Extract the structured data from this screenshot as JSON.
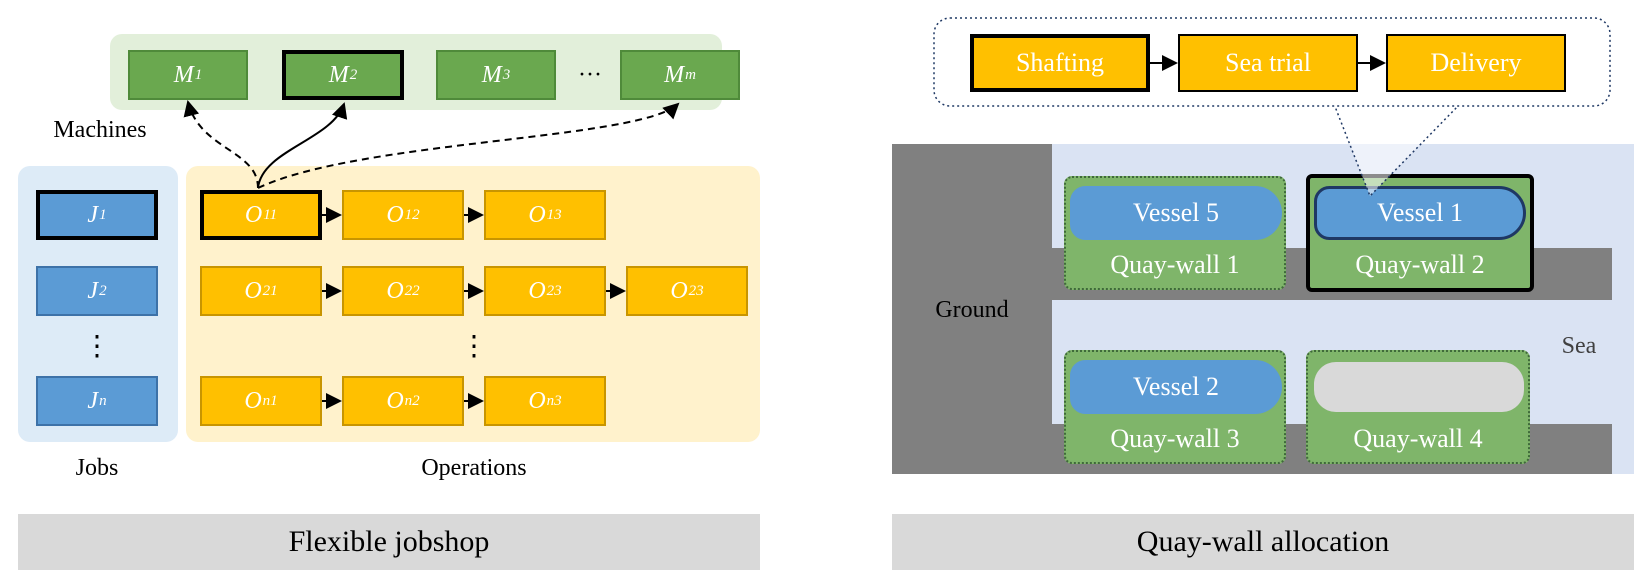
{
  "left": {
    "machines": {
      "label": "Machines",
      "items": [
        {
          "base": "M",
          "sub": "1",
          "selected": false
        },
        {
          "base": "M",
          "sub": "2",
          "selected": true
        },
        {
          "base": "M",
          "sub": "3",
          "selected": false
        },
        {
          "base": "M",
          "sub": "m",
          "selected": false
        }
      ],
      "ellipsis": "···"
    },
    "jobs": {
      "label": "Jobs",
      "items": [
        {
          "base": "J",
          "sub": "1",
          "selected": true
        },
        {
          "base": "J",
          "sub": "2",
          "selected": false
        },
        {
          "base": "J",
          "sub": "n",
          "selected": false
        }
      ],
      "ellipsis": "⋮"
    },
    "operations": {
      "label": "Operations",
      "rows": [
        [
          {
            "base": "O",
            "sub": "11",
            "selected": true
          },
          {
            "base": "O",
            "sub": "12"
          },
          {
            "base": "O",
            "sub": "13"
          }
        ],
        [
          {
            "base": "O",
            "sub": "21"
          },
          {
            "base": "O",
            "sub": "22"
          },
          {
            "base": "O",
            "sub": "23"
          },
          {
            "base": "O",
            "sub": "23"
          }
        ],
        [
          {
            "base": "O",
            "sub": "n1"
          },
          {
            "base": "O",
            "sub": "n2"
          },
          {
            "base": "O",
            "sub": "n3"
          }
        ]
      ],
      "ellipsis": "⋮"
    },
    "caption": "Flexible jobshop"
  },
  "right": {
    "flow": [
      "Shafting",
      "Sea trial",
      "Delivery"
    ],
    "ground_label": "Ground",
    "sea_label": "Sea",
    "quay_walls": [
      {
        "label": "Quay-wall  1",
        "vessel": "Vessel 5",
        "selected": false
      },
      {
        "label": "Quay-wall  2",
        "vessel": "Vessel 1",
        "selected": true
      },
      {
        "label": "Quay-wall  3",
        "vessel": "Vessel 2",
        "selected": false
      },
      {
        "label": "Quay-wall  4",
        "vessel": "",
        "selected": false
      }
    ],
    "caption": "Quay-wall allocation"
  },
  "colors": {
    "machine": "#6aa84f",
    "job": "#5b9bd5",
    "operation": "#ffc000",
    "machine_panel": "#e2efda",
    "job_panel": "#ddebf7",
    "operation_panel": "#fff2cc",
    "sea": "#dae3f3",
    "ground": "#808080"
  }
}
